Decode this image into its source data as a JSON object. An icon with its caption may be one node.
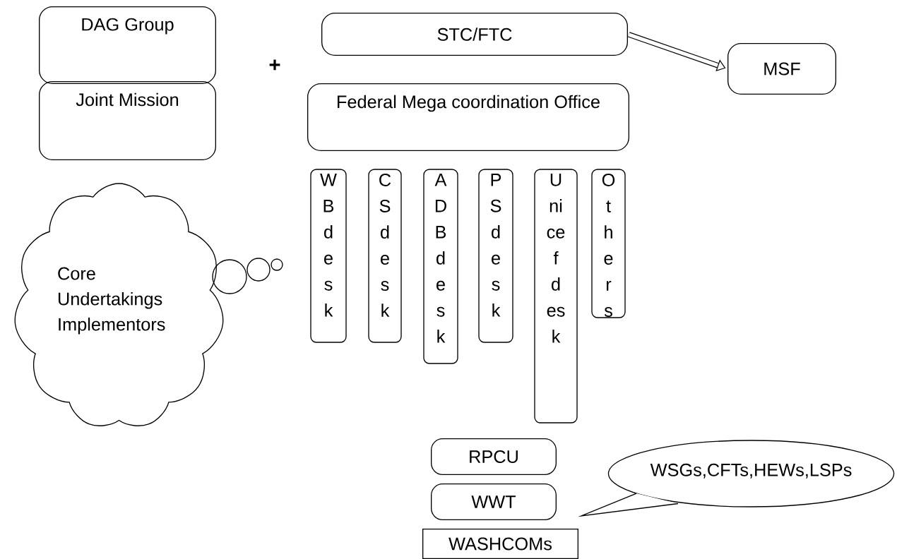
{
  "diagram": {
    "nodes": [
      {
        "text": [
          "DAG Group"
        ]
      },
      {
        "text": [
          "Joint Mission"
        ]
      },
      {
        "text": [
          "Core Undertakings Implementors"
        ]
      },
      {
        "text": [
          "STC/FTC"
        ]
      },
      {
        "text": [
          "Federal Mega coordination Office"
        ]
      },
      {
        "text": [
          "W B d e s k"
        ]
      },
      {
        "text": [
          "C S d e s k"
        ]
      },
      {
        "text": [
          "A D B d e s k"
        ]
      },
      {
        "text": [
          "P S d e s k"
        ]
      },
      {
        "text": [
          "U ni ce f d es k"
        ]
      },
      {
        "text": [
          "O t h e r s"
        ]
      },
      {
        "text": [
          "MSF"
        ]
      },
      {
        "text": [
          "RPCU"
        ]
      },
      {
        "text": [
          "WWT"
        ]
      },
      {
        "text": [
          "WASHCOMs"
        ]
      },
      {
        "text": [
          "WSGs,CFTs,HEWs,LSPs"
        ]
      }
    ],
    "edges": [
      {
        "from": 3,
        "to": 11,
        "arrow": "to"
      }
    ],
    "labels": [
      "+"
    ]
  }
}
